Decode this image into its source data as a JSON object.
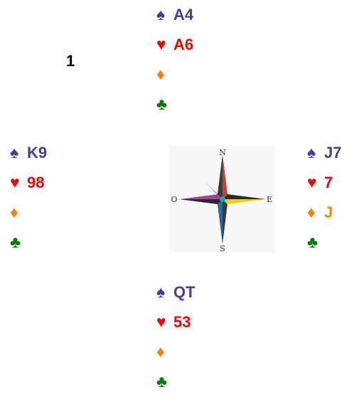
{
  "board_number": "1",
  "suit_symbols": {
    "spades": "♠",
    "hearts": "♥",
    "diamonds": "♦",
    "clubs": "♣"
  },
  "suit_colors": {
    "spades": "#3f3f9f",
    "hearts": "#ff0000",
    "diamonds": "#ff7f00",
    "clubs": "#007f00"
  },
  "hands": {
    "north": {
      "spades": "A4",
      "hearts": "A6",
      "diamonds": "",
      "clubs": ""
    },
    "west": {
      "spades": "K9",
      "hearts": "98",
      "diamonds": "",
      "clubs": ""
    },
    "east": {
      "spades": "J7",
      "hearts": "7",
      "diamonds": "J",
      "clubs": ""
    },
    "south": {
      "spades": "QT",
      "hearts": "53",
      "diamonds": "",
      "clubs": ""
    }
  },
  "compass": {
    "n": "N",
    "s": "S",
    "e": "E",
    "w": "O"
  }
}
